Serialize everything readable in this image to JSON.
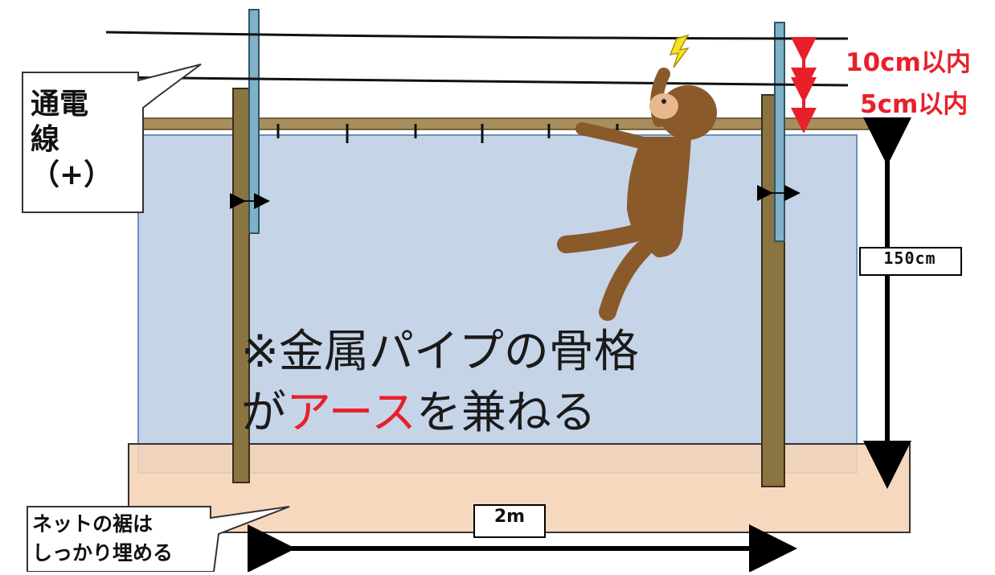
{
  "labels": {
    "wire_callout": [
      "通電",
      "線",
      "（+）"
    ],
    "gap_top": "10cm以内",
    "gap_bottom": "5cm以内",
    "height": "150cm",
    "width": "2m",
    "net_callout": [
      "ネットの裾は",
      "しっかり埋める"
    ],
    "note_line1": "※金属パイプの骨格",
    "note_line2_pre": "が",
    "note_line2_red": "アース",
    "note_line2_post": "を兼ねる"
  },
  "colors": {
    "net": "#c6d4e8",
    "ground": "#f5d3b6",
    "post": "#8a7442",
    "rail": "#a88e5c",
    "pipe": "#7fb2c9",
    "monkey": "#8b5a2b",
    "accent_red": "#e8202a",
    "spark": "#f5e12a"
  },
  "icons": [
    "monkey-illustration",
    "spark-icon",
    "double-arrow-icon"
  ]
}
